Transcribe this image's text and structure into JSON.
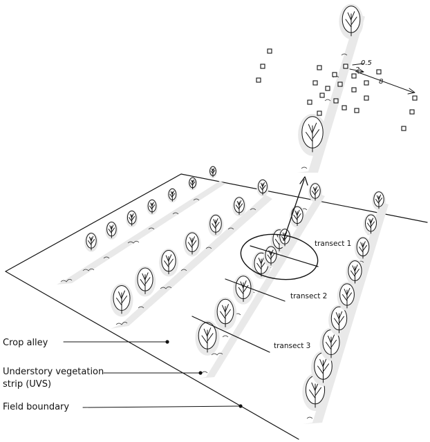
{
  "labels": {
    "crop_alley": "Crop alley",
    "uvs_line1": "Understory vegetation",
    "uvs_line2": "strip (UVS)",
    "field_boundary": "Field boundary"
  },
  "transects": [
    "transect 1",
    "transect 2",
    "transect 3"
  ],
  "dimensions": {
    "d1": "0.5",
    "d2": "2",
    "d3": "8"
  }
}
